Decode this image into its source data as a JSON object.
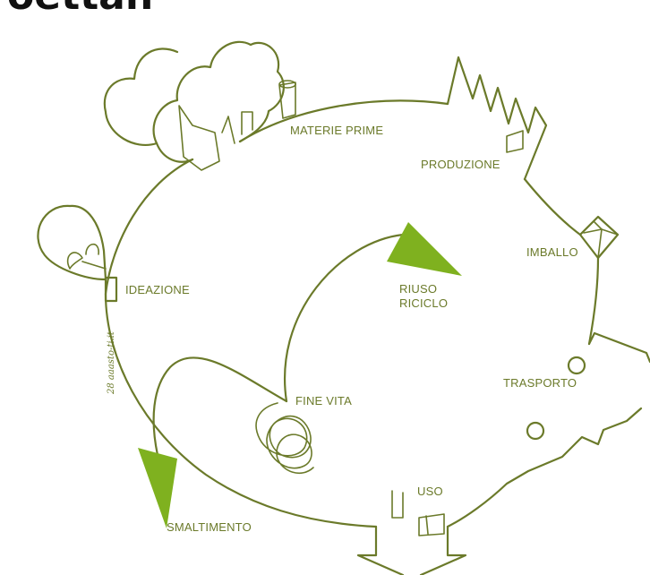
{
  "header": {
    "partial_title": "oettan"
  },
  "signature": "28 aaasto-ti.it",
  "colors": {
    "line": "#6b7a2a",
    "accent": "#7fb11f",
    "background": "#ffffff",
    "title": "#111111"
  },
  "stages": {
    "materie_prime": "MATERIE PRIME",
    "produzione": "PRODUZIONE",
    "imballo": "IMBALLO",
    "trasporto": "TRASPORTO",
    "uso": "USO",
    "fine_vita": "FINE VITA",
    "smaltimento": "SMALTIMENTO",
    "riuso": "RIUSO",
    "riciclo": "RICICLO",
    "ideazione": "IDEAZIONE"
  }
}
